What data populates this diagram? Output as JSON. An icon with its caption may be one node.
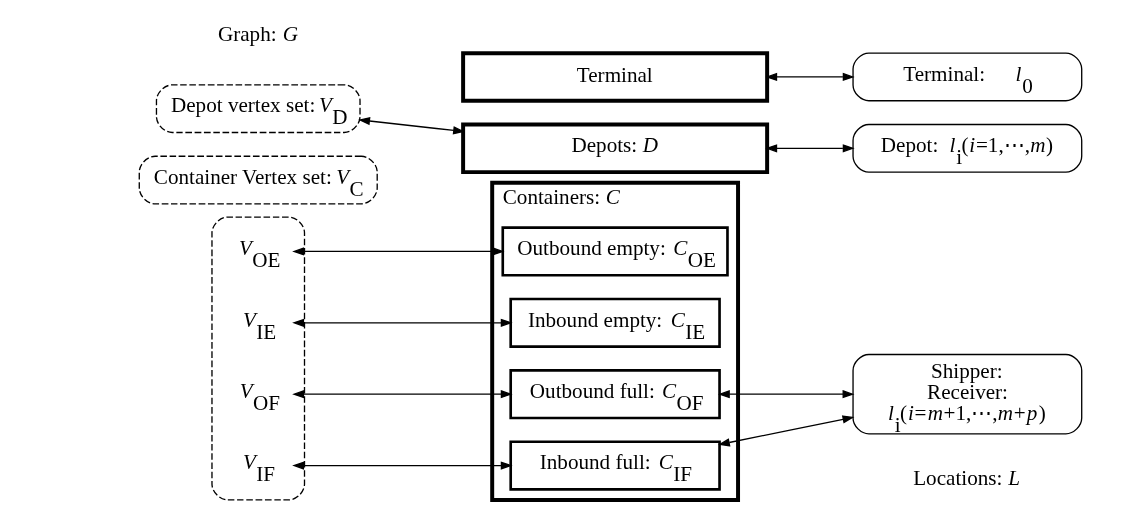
{
  "diagram": {
    "nodes": [
      {
        "text": [
          "Terminal"
        ]
      },
      {
        "text": [
          "Terminal:      *l*$_{0}$"
        ]
      },
      {
        "text": [
          "Depot vertex set: *V*$_{D}$"
        ]
      },
      {
        "text": [
          "Depots: *D*"
        ]
      },
      {
        "text": [
          "Depot:  *l*$_{i}$(*i*=1,⋯,*m*)"
        ]
      },
      {
        "text": [
          "Container Vertex set: *V*$_{C}$"
        ]
      },
      {
        "text": [],
        "shape": "box"
      },
      {
        "text": [
          "*V*$_{IF}$"
        ],
        "in": 6
      },
      {
        "text": [
          "*V*$_{OF}$"
        ],
        "in": 6
      },
      {
        "text": [
          "*V*$_{IE}$"
        ],
        "in": 6
      },
      {
        "text": [
          "*V*$_{OE}$"
        ],
        "in": 6
      },
      {
        "text": [
          "Containers: *C*"
        ]
      },
      {
        "text": [
          "Inbound full: *C*$_{IF}$"
        ],
        "in": 11
      },
      {
        "text": [
          "Outbound full: *C*$_{OF}$"
        ],
        "in": 11
      },
      {
        "text": [
          "Inbound empty: *C*$_{IE}$"
        ],
        "in": 11
      },
      {
        "text": [
          "Outbound empty: *C*$_{OE}$"
        ],
        "in": 11
      },
      {
        "text": [
          "Shipper:",
          "Receiver:",
          "*l*$_{i}$(*i*=*m*+1,⋯,*m*+*p*)"
        ]
      }
    ],
    "edges": [
      {
        "from": 0,
        "to": 1,
        "arrow": "both"
      },
      {
        "from": 2,
        "to": 3,
        "arrow": "both"
      },
      {
        "from": 3,
        "to": 4,
        "arrow": "both"
      },
      {
        "from": 7,
        "to": 12,
        "arrow": "both"
      },
      {
        "from": 8,
        "to": 13,
        "arrow": "both"
      },
      {
        "from": 9,
        "to": 14,
        "arrow": "both"
      },
      {
        "from": 10,
        "to": 15,
        "arrow": "both"
      },
      {
        "from": 12,
        "to": 16,
        "arrow": "both"
      },
      {
        "from": 13,
        "to": 16,
        "arrow": "both"
      }
    ],
    "labels": [
      "Graph: *G*",
      "Locations: *L*"
    ]
  }
}
